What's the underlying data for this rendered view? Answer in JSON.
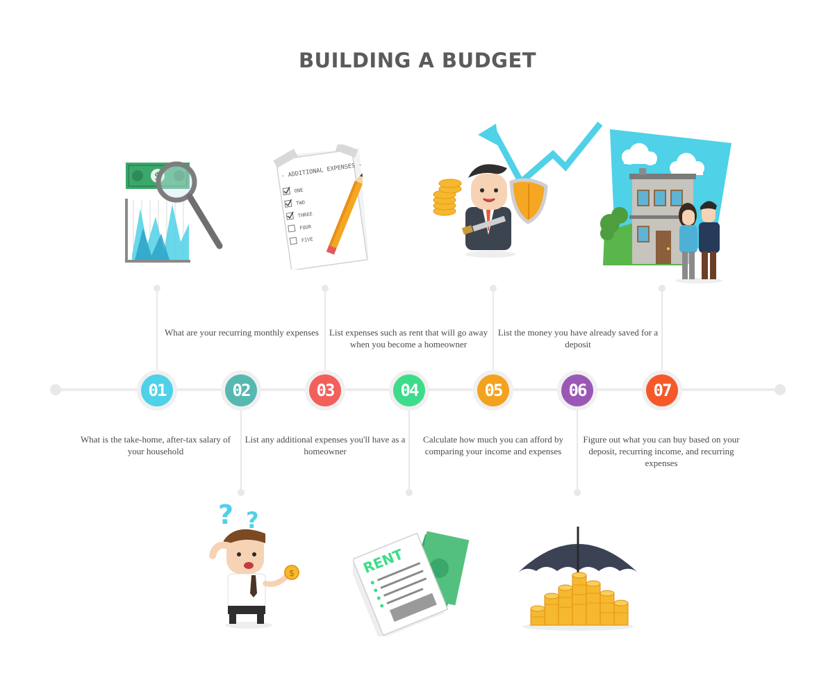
{
  "title": "BUILDING A BUDGET",
  "steps": [
    {
      "num": "01",
      "text": "What is the take-home, after-tax salary of your household",
      "color": "#4fd1e8"
    },
    {
      "num": "02",
      "text": "What are your recurring monthly expenses",
      "color": "#56b8b1"
    },
    {
      "num": "03",
      "text": "List any additional expenses you'll have as a homeowner",
      "color": "#f2605c"
    },
    {
      "num": "04",
      "text": "List expenses such as rent that will go away when you become a homeowner",
      "color": "#3ddc8a"
    },
    {
      "num": "05",
      "text": "Calculate how much you can afford by comparing your income and expenses",
      "color": "#f3a21f"
    },
    {
      "num": "06",
      "text": "List the money you have already saved for a deposit",
      "color": "#9a58b6"
    },
    {
      "num": "07",
      "text": "Figure out what you can buy based on your deposit, recurring income, and recurring expenses",
      "color": "#f5592a"
    }
  ],
  "illustrations": {
    "checklist": {
      "title": "- ADDITIONAL EXPENSES -",
      "items": [
        "ONE",
        "TWO",
        "THREE",
        "FOUR",
        "FIVE"
      ]
    },
    "rent_doc": {
      "label": "RENT"
    },
    "icons": [
      "dollar-magnifier-chart-icon",
      "checklist-pencil-icon",
      "businessman-shield-arrow-icon",
      "house-couple-icon",
      "confused-man-coin-icon",
      "rent-document-cash-icon",
      "umbrella-coins-icon"
    ]
  },
  "colors": {
    "title": "#5b5b5b",
    "line": "#ececec",
    "text": "#4a4a4a"
  }
}
